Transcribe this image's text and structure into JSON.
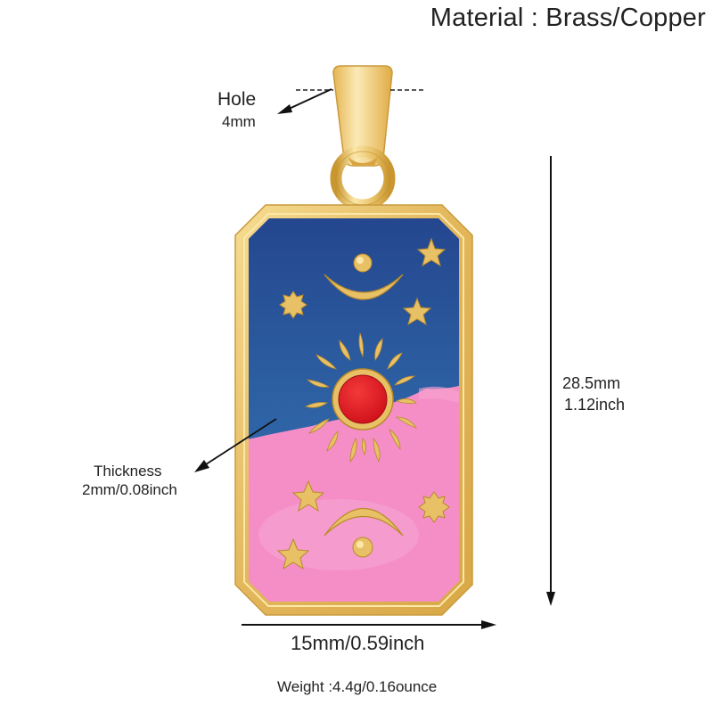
{
  "material": {
    "label": "Material : Brass/Copper"
  },
  "hole": {
    "label": "Hole",
    "size": "4mm"
  },
  "thickness": {
    "label": "Thickness",
    "size": "2mm/0.08inch"
  },
  "height": {
    "mm": "28.5mm",
    "inch": "1.12inch"
  },
  "width": {
    "label": "15mm/0.59inch"
  },
  "weight": {
    "label": "Weight :4.4g/0.16ounce"
  },
  "product": {
    "name": "tarot-card-pendant",
    "colors": {
      "gold": "#e8c066",
      "gold_dark": "#c9962f",
      "gold_light": "#fbe7a8",
      "enamel_blue": "#2c5a9e",
      "enamel_pink": "#f58ec6",
      "sun_red": "#e0141f"
    },
    "motifs": [
      "moon-dot-top",
      "crescent-moon-top",
      "star-top-right",
      "flower-star-left",
      "star-right",
      "sun-with-red-stone",
      "star-lower-left",
      "crescent-moon-bottom",
      "flower-star-lower-right",
      "star-bottom-left",
      "moon-dot-bottom"
    ]
  }
}
